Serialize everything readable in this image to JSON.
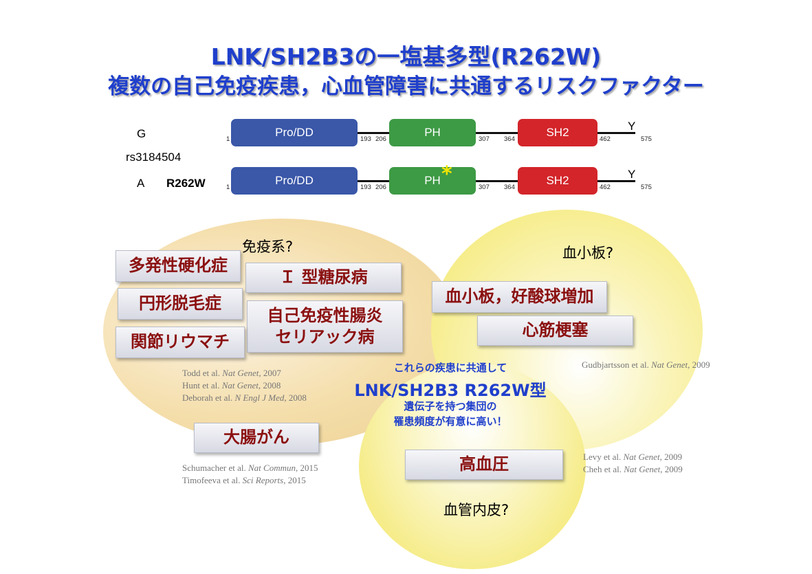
{
  "title": {
    "line1": "LNK/SH2B3の一塩基多型(R262W)",
    "line2": "複数の自己免疫疾患，心血管障害に共通するリスクファクター"
  },
  "protein": {
    "allele_g": "G",
    "snp_id": "rs3184504",
    "allele_a": "A",
    "variant": "R262W",
    "domains": {
      "prodd": "Pro/DD",
      "ph": "PH",
      "sh2": "SH2"
    },
    "y_mark": "Y",
    "asterisk": "*",
    "positions": {
      "p1": "1",
      "p193": "193",
      "p206": "206",
      "p307": "307",
      "p364": "364",
      "p462": "462",
      "p575": "575"
    }
  },
  "immune": {
    "heading": "免疫系?",
    "ms": "多発性硬化症",
    "t1d": "Ｉ 型糖尿病",
    "alopecia": "円形脱毛症",
    "ibd_line1": "自己免疫性腸炎",
    "ibd_line2": "セリアック病",
    "ra": "関節リウマチ",
    "refs": [
      {
        "author": "Todd et al. ",
        "journal": "Nat Genet",
        "year": ", 2007"
      },
      {
        "author": "Hunt et al. ",
        "journal": "Nat Genet",
        "year": ", 2008"
      },
      {
        "author": "Deborah et al. ",
        "journal": "N Engl J Med",
        "year": ", 2008"
      }
    ]
  },
  "platelet": {
    "heading": "血小板?",
    "box1": "血小板，好酸球増加",
    "box2": "心筋梗塞",
    "ref": {
      "author": "Gudbjartsson et al. ",
      "journal": "Nat Genet",
      "year": ", 2009"
    }
  },
  "cancer": {
    "box": "大腸がん",
    "refs": [
      {
        "author": "Schumacher et al. ",
        "journal": "Nat Commun",
        "year": ", 2015"
      },
      {
        "author": "Timofeeva et al. ",
        "journal": "Sci Reports",
        "year": ", 2015"
      }
    ]
  },
  "vascular": {
    "box": "高血圧",
    "heading": "血管内皮?",
    "refs": [
      {
        "author": "Levy et al. ",
        "journal": "Nat Genet",
        "year": ", 2009"
      },
      {
        "author": "Cheh et al. ",
        "journal": "Nat Genet",
        "year": ", 2009"
      }
    ]
  },
  "center": {
    "line1": "これらの疾患に共通して",
    "line2": "LNK/SH2B3 R262W型",
    "line3": "遺伝子を持つ集団の",
    "line4": "罹患頻度が有意に高い！"
  },
  "colors": {
    "title_blue": "#1f3fcc",
    "domain_blue": "#3a57a8",
    "domain_green": "#3d9a45",
    "domain_red": "#d3252a",
    "disease_text": "#8b1010",
    "asterisk": "#f2e600"
  }
}
